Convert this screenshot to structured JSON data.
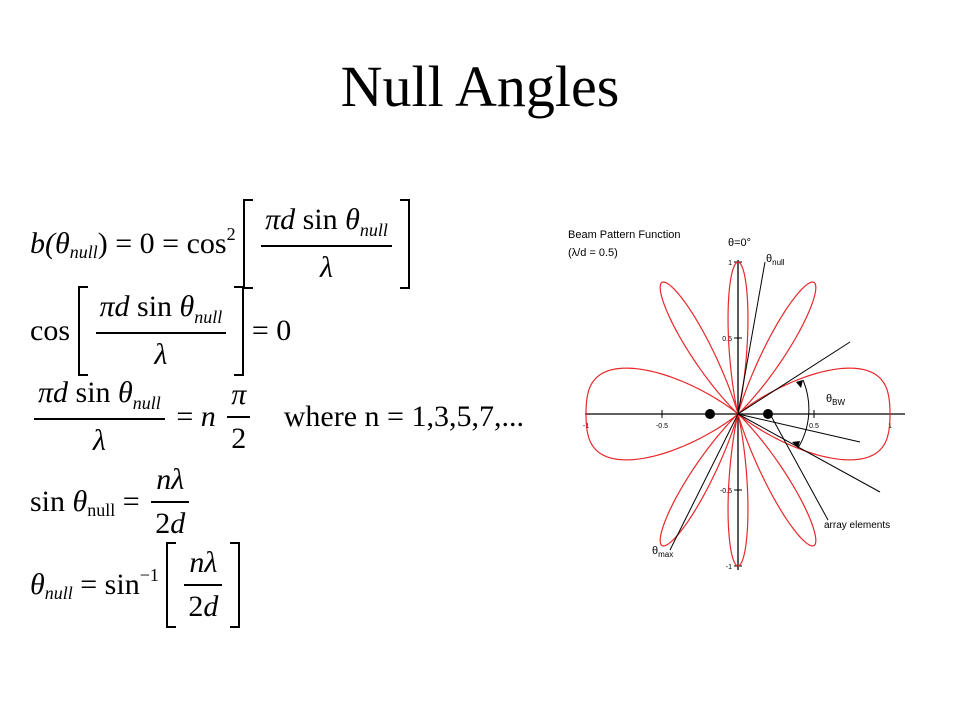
{
  "title": "Null Angles",
  "equations": {
    "eq1": {
      "lhs_b": "b(",
      "lhs_theta": "θ",
      "lhs_sub": "null",
      "lhs_close": ")",
      "mid": " = 0 = cos",
      "pow": "2",
      "num_pi": "π",
      "num_d": "d",
      "num_sin": " sin ",
      "num_theta": "θ",
      "num_sub": "null",
      "den": "λ"
    },
    "eq2": {
      "cos": "cos",
      "num_pi": "π",
      "num_d": "d",
      "num_sin": " sin ",
      "num_theta": "θ",
      "num_sub": "null",
      "den": "λ",
      "rhs": " = 0"
    },
    "eq3": {
      "num_pi": "π",
      "num_d": "d",
      "num_sin": " sin ",
      "num_theta": "θ",
      "num_sub": "null",
      "den": "λ",
      "eq": " = ",
      "n": "n",
      "rnum": "π",
      "rden": "2",
      "where": "where n = 1,3,5,7,..."
    },
    "eq4": {
      "sin": "sin ",
      "theta": "θ",
      "sub": "null",
      "eq": " = ",
      "num_n": "n",
      "num_l": "λ",
      "den_2": "2",
      "den_d": "d"
    },
    "eq5": {
      "theta": "θ",
      "sub": "null",
      "eq": " = sin",
      "pow": "−1",
      "num_n": "n",
      "num_l": "λ",
      "den_2": "2",
      "den_d": "d"
    }
  },
  "figure": {
    "title_line1": "Beam Pattern Function",
    "title_line2": "(λ/d = 0.5)",
    "theta_zero": "θ=0°",
    "theta_null": "θ",
    "theta_null_sub": "null",
    "theta_bw": "θ",
    "theta_bw_sub": "BW",
    "theta_max": "θ",
    "theta_max_sub": "max",
    "array_elements": "array elements",
    "x_ticks": [
      "-1",
      "-0.5",
      "0.5",
      "1"
    ],
    "y_ticks": [
      "1",
      "0.5",
      "-0.5",
      "-1"
    ],
    "lambda_over_d": 0.5,
    "pattern_color": "#e8282a"
  }
}
